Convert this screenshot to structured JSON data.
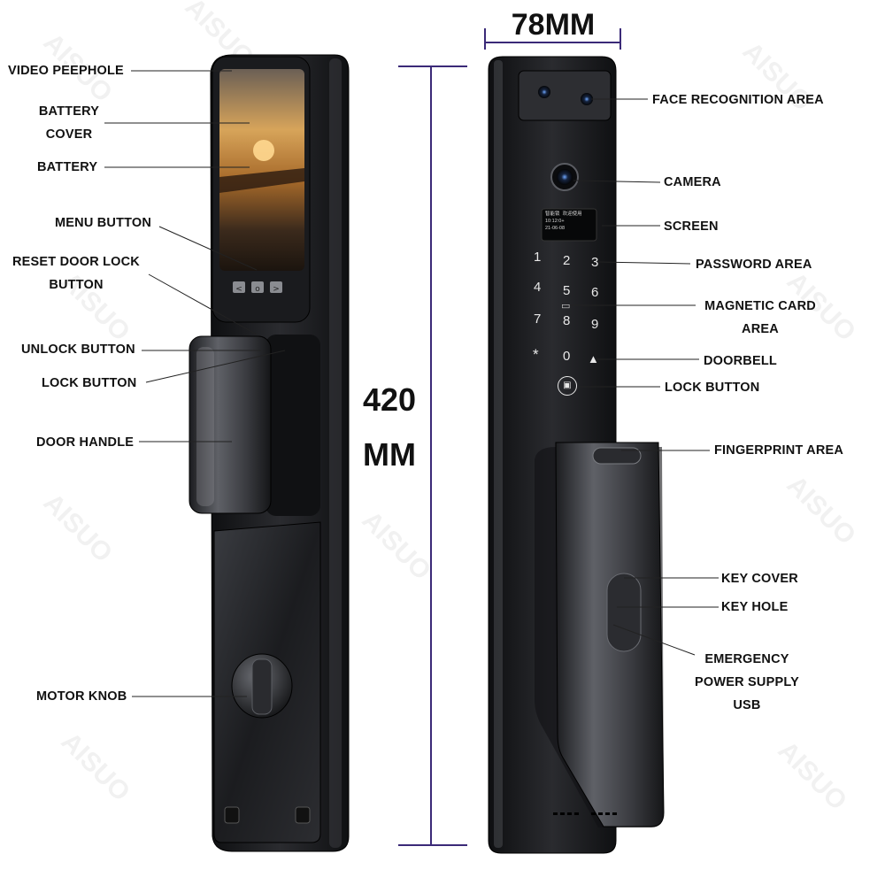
{
  "watermark": "AISUO",
  "dimensions": {
    "width": "78MM",
    "height_value": "420",
    "height_unit": "MM"
  },
  "labels_left": {
    "video_peephole": "VIDEO PEEPHOLE",
    "battery_cover_1": "BATTERY",
    "battery_cover_2": "COVER",
    "battery": "BATTERY",
    "menu_button": "MENU BUTTON",
    "reset_door_lock_1": "RESET DOOR LOCK",
    "reset_door_lock_2": "BUTTON",
    "unlock_button": "UNLOCK BUTTON",
    "lock_button": "LOCK BUTTON",
    "door_handle": "DOOR HANDLE",
    "motor_knob": "MOTOR KNOB"
  },
  "labels_right": {
    "face_recognition_area": "FACE RECOGNITION AREA",
    "camera": "CAMERA",
    "screen": "SCREEN",
    "password_area": "PASSWORD AREA",
    "magnetic_card_1": "MAGNETIC CARD",
    "magnetic_card_2": "AREA",
    "doorbell": "DOORBELL",
    "lock_button": "LOCK BUTTON",
    "fingerprint_area": "FINGERPRINT AREA",
    "key_cover": "KEY COVER",
    "key_hole": "KEY HOLE",
    "emergency_1": "EMERGENCY",
    "emergency_2": "POWER SUPPLY",
    "emergency_3": "USB"
  },
  "keypad": [
    "1",
    "2",
    "3",
    "4",
    "5",
    "6",
    "7",
    "8",
    "9",
    "*",
    "0"
  ],
  "screen_text": {
    "line1a": "智能锁",
    "line1b": "欢迎使用",
    "line2": "10:12:0+",
    "line3": "21-06-08"
  },
  "colors": {
    "dimension_line": "#3b2a78",
    "lock_body": "#1c1d20",
    "lock_highlight": "#5a5c62",
    "leader_line": "#222222"
  }
}
